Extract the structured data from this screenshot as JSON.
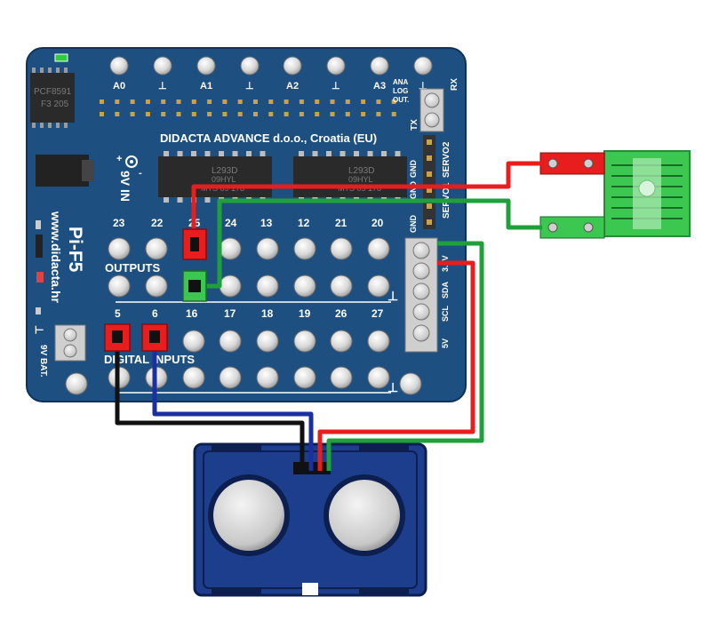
{
  "board": {
    "analog_labels": [
      "A0",
      "⊥",
      "A1",
      "⊥",
      "A2",
      "⊥",
      "A3",
      "⊥"
    ],
    "ana_log_out": [
      "ANA",
      "LOG",
      "OUT."
    ],
    "rx": "RX",
    "tx": "TX",
    "chip_name": "PCF8591",
    "chip_code": "F3 205",
    "company": "DIDACTA  ADVANCE d.o.o., Croatia (EU)",
    "driver_chips": [
      {
        "name": "L293D",
        "code1": "09HYL",
        "code2": "MTS  09 178"
      },
      {
        "name": "L293D",
        "code1": "09HYL",
        "code2": "MTS  09 178"
      }
    ],
    "power_in": "9V IN",
    "servo_labels": [
      "GND",
      "SERVO2",
      "GND",
      "SERVO1",
      "GND"
    ],
    "product": "Pi-F5",
    "website": "www.didacta.hr",
    "outputs_title": "OUTPUTS",
    "output_top_numbers": [
      "23",
      "22",
      "25",
      "24",
      "13",
      "12",
      "21",
      "20"
    ],
    "output_bottom_numbers": [
      "16",
      "17",
      "18",
      "19",
      "26",
      "27"
    ],
    "input_numbers": [
      "5",
      "6"
    ],
    "inputs_title": "DIGITAL INPUTS",
    "ground_symbol": "⊥",
    "i2c_labels": [
      "3.3V",
      "SDA",
      "SCL",
      "5V"
    ],
    "battery_label": "9V BAT.",
    "battery_ground": "⊥"
  },
  "colors": {
    "board": "#1d5080",
    "pin": "#dcdcdc",
    "wire_red": "#e81d1d",
    "wire_green": "#1fa03a",
    "wire_black": "#111111",
    "wire_blue": "#1a2fa0",
    "sensor_body": "#1d3e8c",
    "relay_green": "#3cc850"
  }
}
